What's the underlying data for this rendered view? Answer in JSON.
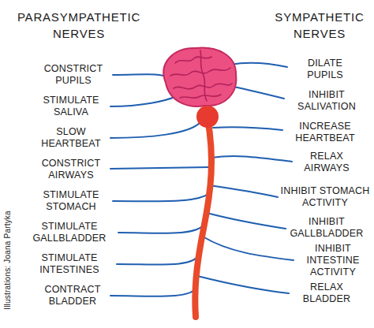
{
  "diagram": {
    "labels": [
      "PARASYMPATHETIC NERVES",
      "SYMPATHETIC NERVES",
      "CONSTRICT PUPILS",
      "STIMULATE SALIVA",
      "SLOW HEARTBEAT",
      "CONSTRICT AIRWAYS",
      "STIMULATE STOMACH",
      "STIMULATE GALLBLADDER",
      "STIMULATE INTESTINES",
      "CONTRACT BLADDER",
      "DILATE PUPILS",
      "INHIBIT SALIVATION",
      "INCREASE HEARTBEAT",
      "RELAX AIRWAYS",
      "INHIBIT STOMACH ACTIVITY",
      "INHIBIT GALLBLADDER",
      "INHIBIT INTESTINE ACTIVITY",
      "RELAX BLADDER",
      "Illustrations: Joana Partyka"
    ]
  }
}
